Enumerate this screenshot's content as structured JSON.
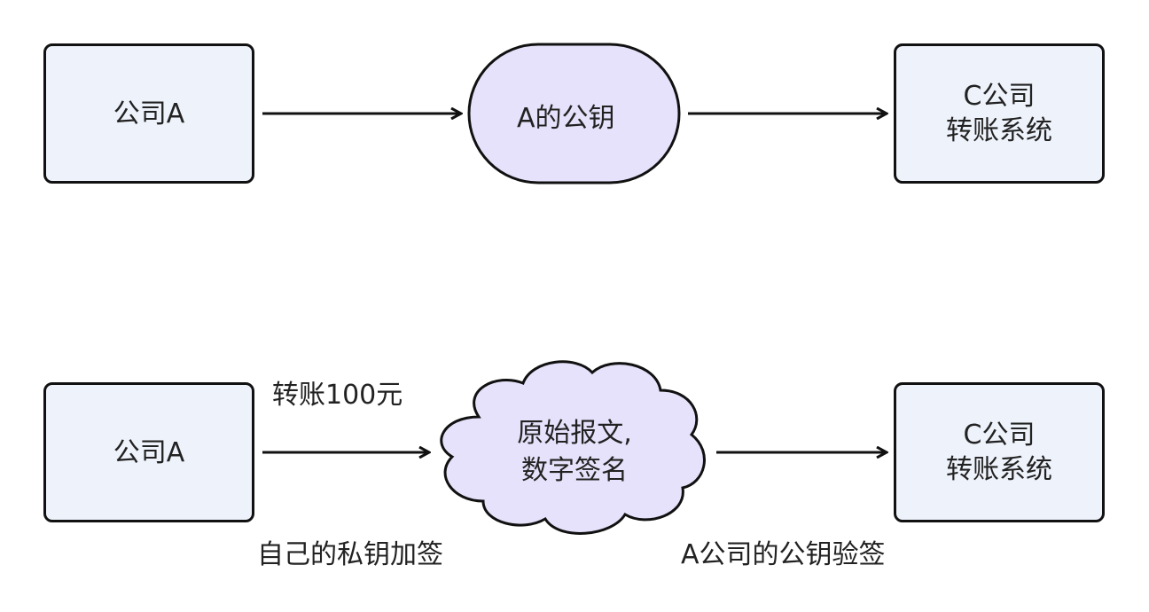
{
  "top_row": {
    "source": {
      "label": "公司A"
    },
    "key": {
      "label": "A的公钥"
    },
    "target": {
      "line1": "C公司",
      "line2": "转账系统"
    }
  },
  "bottom_row": {
    "source": {
      "label": "公司A"
    },
    "message": {
      "line1": "原始报文,",
      "line2": "数字签名"
    },
    "target": {
      "line1": "C公司",
      "line2": "转账系统"
    },
    "label_above": "转账100元",
    "label_sign": "自己的私钥加签",
    "label_verify": "A公司的公钥验签"
  },
  "colors": {
    "box_fill": "#eef2fb",
    "key_fill": "#e6e2fb",
    "stroke": "#111111"
  }
}
